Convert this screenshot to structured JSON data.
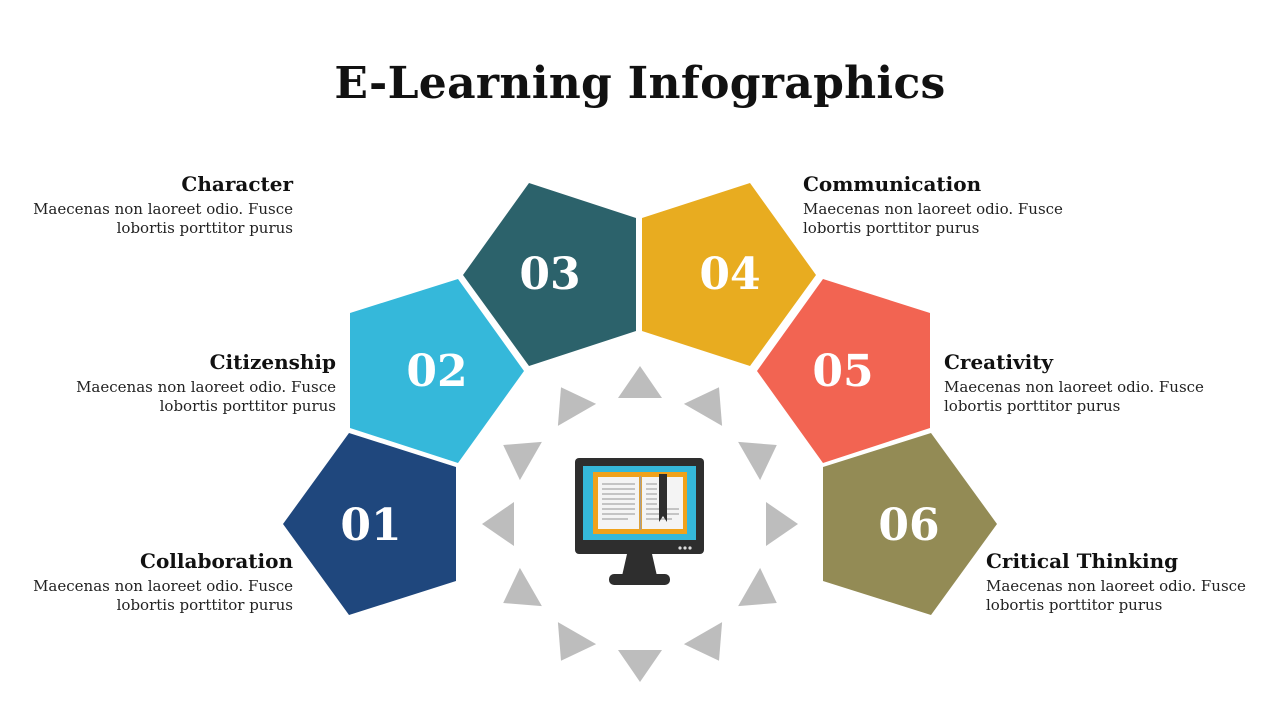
{
  "title": "E-Learning Infographics",
  "colors": {
    "step1": "#1F477D",
    "step2": "#35B8DA",
    "step3": "#2C626B",
    "step4": "#E8AC20",
    "step5": "#F26452",
    "step6": "#938B55",
    "arrows": "#BDBDBD"
  },
  "center_icon": "monitor-book-icon",
  "steps": [
    {
      "number": "01",
      "heading": "Collaboration",
      "description": "Maecenas non laoreet odio. Fusce lobortis porttitor purus"
    },
    {
      "number": "02",
      "heading": "Citizenship",
      "description": "Maecenas non laoreet odio. Fusce lobortis porttitor purus"
    },
    {
      "number": "03",
      "heading": "Character",
      "description": "Maecenas non laoreet odio. Fusce lobortis porttitor purus"
    },
    {
      "number": "04",
      "heading": "Communication",
      "description": "Maecenas non laoreet odio. Fusce lobortis porttitor purus"
    },
    {
      "number": "05",
      "heading": "Creativity",
      "description": "Maecenas non laoreet odio. Fusce lobortis porttitor purus"
    },
    {
      "number": "06",
      "heading": "Critical Thinking",
      "description": "Maecenas non laoreet odio. Fusce lobortis porttitor purus"
    }
  ]
}
